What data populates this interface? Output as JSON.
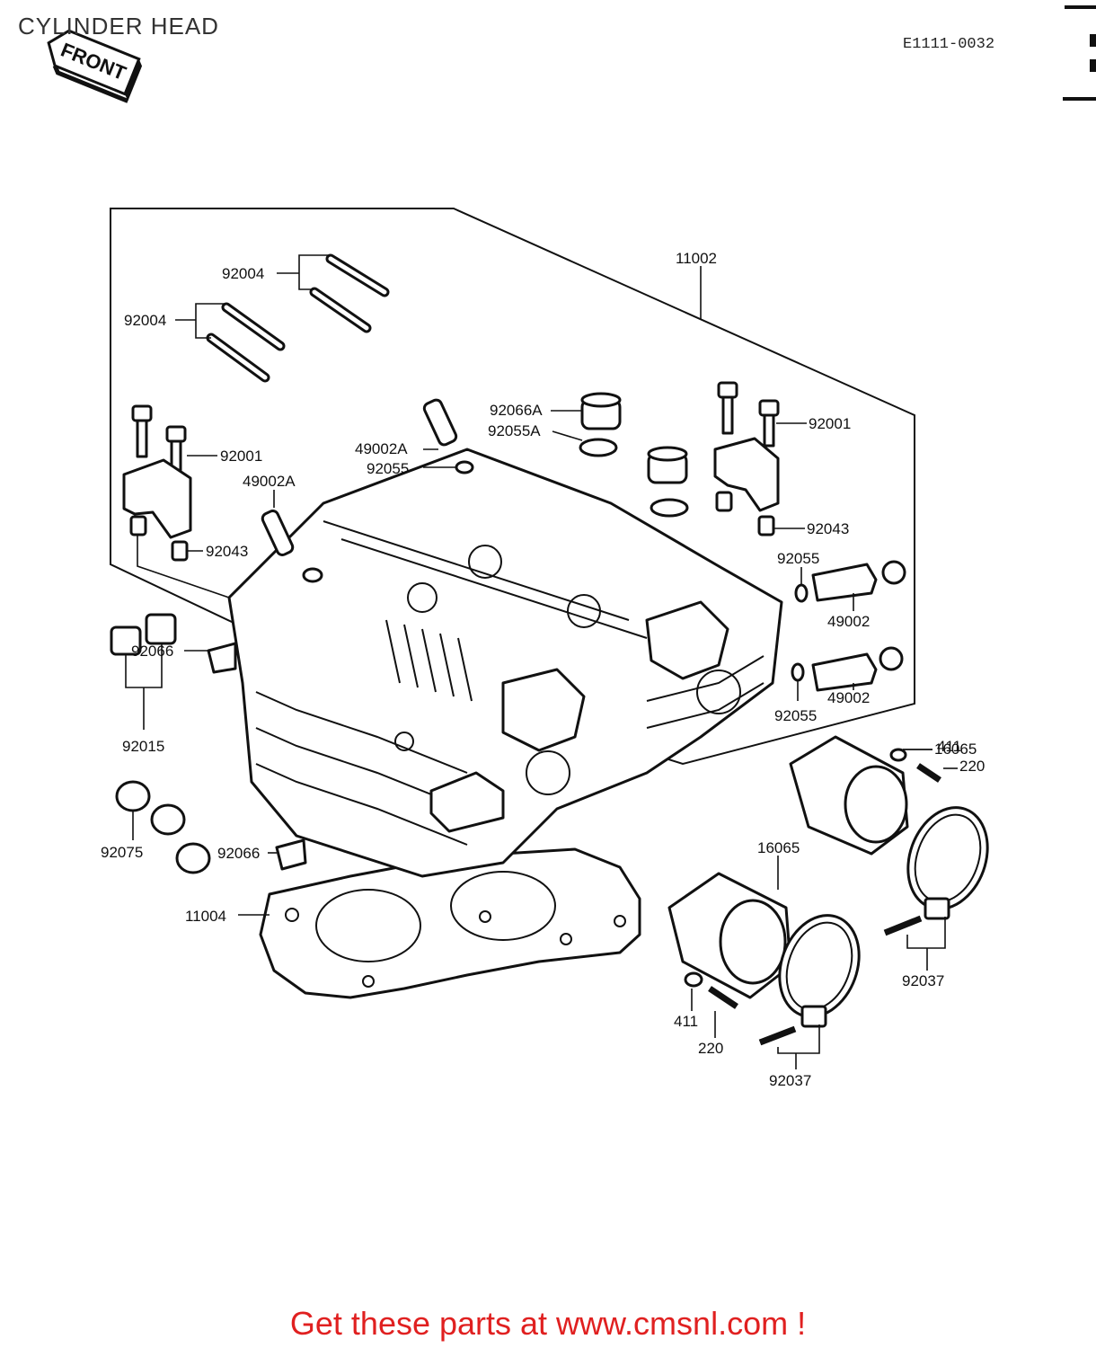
{
  "header": {
    "title": "CYLINDER HEAD",
    "diagram_code": "E1111-0032",
    "front_badge": "FRONT"
  },
  "part_labels": [
    {
      "id": "p11002",
      "text": "11002"
    },
    {
      "id": "p92004a",
      "text": "92004"
    },
    {
      "id": "p92004b",
      "text": "92004"
    },
    {
      "id": "p92001a",
      "text": "92001"
    },
    {
      "id": "p92001b",
      "text": "92001"
    },
    {
      "id": "p49002Aa",
      "text": "49002A"
    },
    {
      "id": "p49002Ab",
      "text": "49002A"
    },
    {
      "id": "p92066Aa",
      "text": "92066A"
    },
    {
      "id": "p92055Aa",
      "text": "92055A"
    },
    {
      "id": "p92055a",
      "text": "92055"
    },
    {
      "id": "p92043a",
      "text": "92043"
    },
    {
      "id": "p92043b",
      "text": "92043"
    },
    {
      "id": "p92055b",
      "text": "92055"
    },
    {
      "id": "p49002a",
      "text": "49002"
    },
    {
      "id": "p49002b",
      "text": "49002"
    },
    {
      "id": "p92055c",
      "text": "92055"
    },
    {
      "id": "p92066a",
      "text": "92066"
    },
    {
      "id": "p92015",
      "text": "92015"
    },
    {
      "id": "p16065a",
      "text": "16065"
    },
    {
      "id": "p411a",
      "text": "411"
    },
    {
      "id": "p220a",
      "text": "220"
    },
    {
      "id": "p92075",
      "text": "92075"
    },
    {
      "id": "p92066b",
      "text": "92066"
    },
    {
      "id": "p16065b",
      "text": "16065"
    },
    {
      "id": "p11004",
      "text": "11004"
    },
    {
      "id": "p92037a",
      "text": "92037"
    },
    {
      "id": "p411b",
      "text": "411"
    },
    {
      "id": "p220b",
      "text": "220"
    },
    {
      "id": "p92037b",
      "text": "92037"
    }
  ],
  "footer": {
    "text": "Get these parts at www.cmsnl.com !",
    "color": "#e02020"
  }
}
